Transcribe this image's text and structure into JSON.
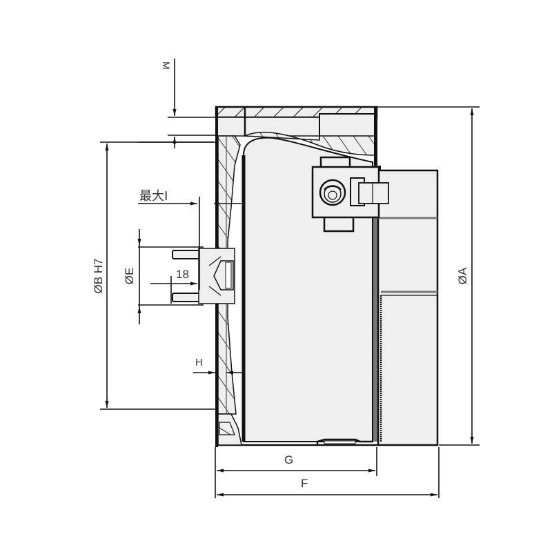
{
  "drawing": {
    "title": "Cross-section side view drawing with dimensions",
    "colors": {
      "line": "#111111",
      "fill": "#efefef",
      "dark_fill": "#777777",
      "background": "#ffffff"
    },
    "dimensions": {
      "M": "M",
      "max_I": "最大I",
      "diameter_B": "ØB H7",
      "diameter_E": "ØE",
      "value_18": "18",
      "H": "H",
      "diameter_A": "ØA",
      "G": "G",
      "F": "F"
    }
  }
}
